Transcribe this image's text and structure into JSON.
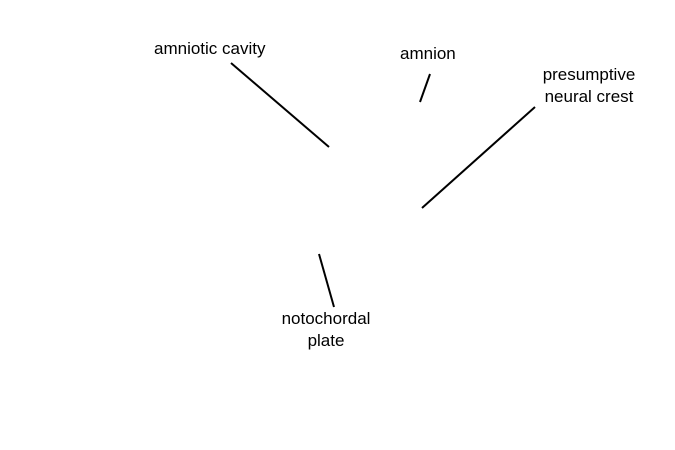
{
  "labels": {
    "amniotic_cavity": "amniotic cavity",
    "amnion": "amnion",
    "presumptive_neural_crest": {
      "line1": "presumptive",
      "line2": "neural crest"
    },
    "notochordal_plate": {
      "line1": "notochordal",
      "line2": "plate"
    }
  },
  "colors": {
    "background": "#ffffff",
    "text": "#000000",
    "leader_line": "#000000"
  }
}
